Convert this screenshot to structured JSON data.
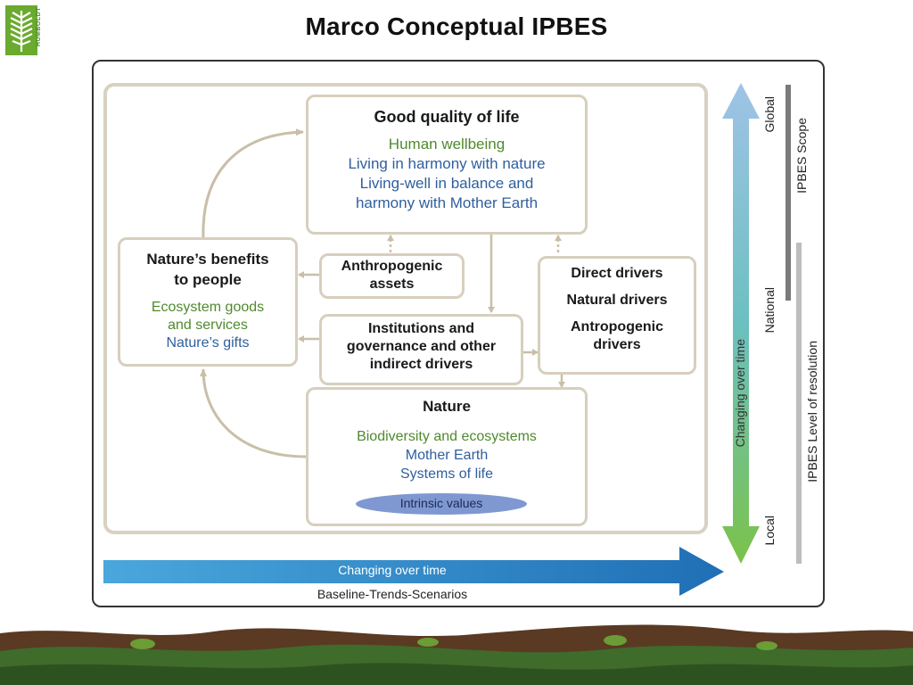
{
  "title": "Marco Conceptual IPBES",
  "logo": {
    "text": "HUMBOLDT"
  },
  "boxes": {
    "quality": {
      "heading": "Good quality of life",
      "lines": [
        "Human wellbeing",
        "Living in harmony with nature",
        "Living-well in balance and",
        "harmony with Mother Earth"
      ]
    },
    "benefits": {
      "heading": [
        "Nature’s benefits",
        "to people"
      ],
      "lines_green": [
        "Ecosystem goods",
        "and services"
      ],
      "lines_blue": [
        "Nature’s gifts"
      ]
    },
    "assets": {
      "heading": [
        "Anthropogenic",
        "assets"
      ]
    },
    "institutions": {
      "heading": [
        "Institutions and",
        "governance and other",
        "indirect drivers"
      ]
    },
    "drivers": {
      "lines": [
        "Direct drivers",
        "Natural drivers",
        "Antropogenic",
        "drivers"
      ]
    },
    "nature": {
      "heading": "Nature",
      "line_green": "Biodiversity and ecosystems",
      "lines_blue": [
        "Mother Earth",
        "Systems of life"
      ],
      "intrinsic": "Intrinsic values"
    }
  },
  "horizontal_arrow": {
    "label": "Changing over time",
    "caption": "Baseline-Trends-Scenarios"
  },
  "vertical_arrow": {
    "label": "Changing over time"
  },
  "scale": {
    "global": "Global",
    "national": "National",
    "local": "Local"
  },
  "side_labels": {
    "scope": "IPBES Scope",
    "resolution": "IPBES Level of resolution"
  },
  "colors": {
    "box_border": "#d7cfbd",
    "green_text": "#4f8a2d",
    "blue_text": "#2f5f9e",
    "arrow_blue": "#2c86c9",
    "intrinsic_fill": "#7f98d1"
  }
}
